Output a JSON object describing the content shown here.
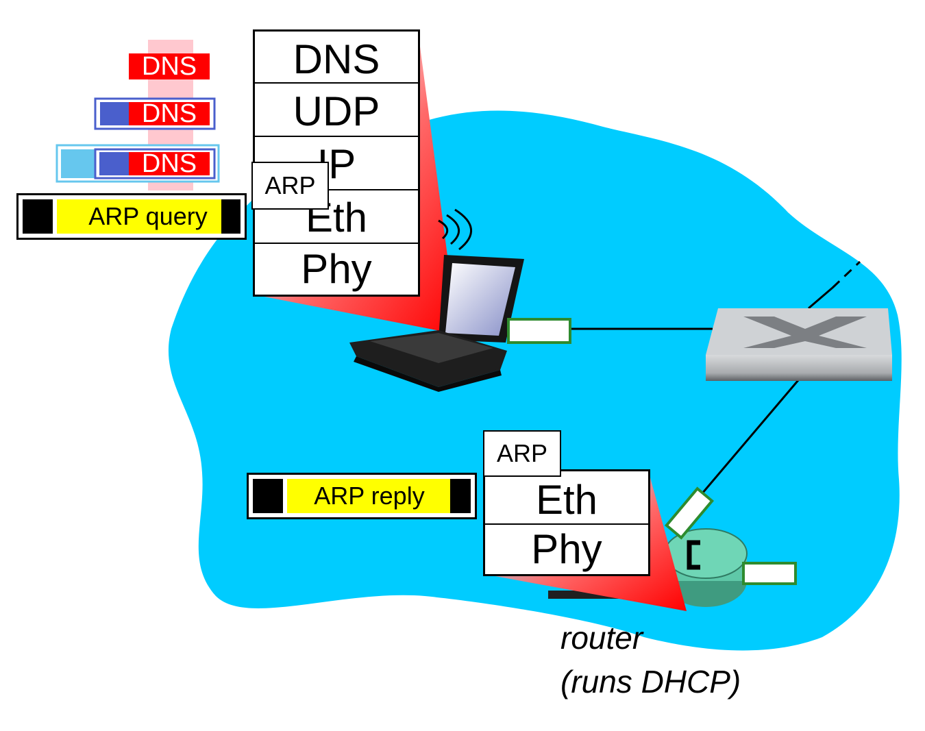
{
  "host_stack": [
    "DNS",
    "UDP",
    "IP",
    "Eth",
    "Phy"
  ],
  "router_stack": [
    "Eth",
    "Phy"
  ],
  "host_arp_tag": "ARP",
  "router_arp_tag": "ARP",
  "encapsulation": {
    "dns_app": "DNS",
    "dns_udp": "DNS",
    "dns_ip": "DNS"
  },
  "arp_query": "ARP query",
  "arp_reply": "ARP reply",
  "router_caption": [
    "router",
    "(runs DHCP)"
  ],
  "colors": {
    "network_cloud": "#00ccff",
    "dns_red": "#ff0000",
    "udp_header": "#4a5fcc",
    "ip_header": "#66c7ee",
    "arp_yellow": "#ffff00",
    "link_green": "#2e8b2e",
    "router_teal": "#5fc8a8"
  }
}
